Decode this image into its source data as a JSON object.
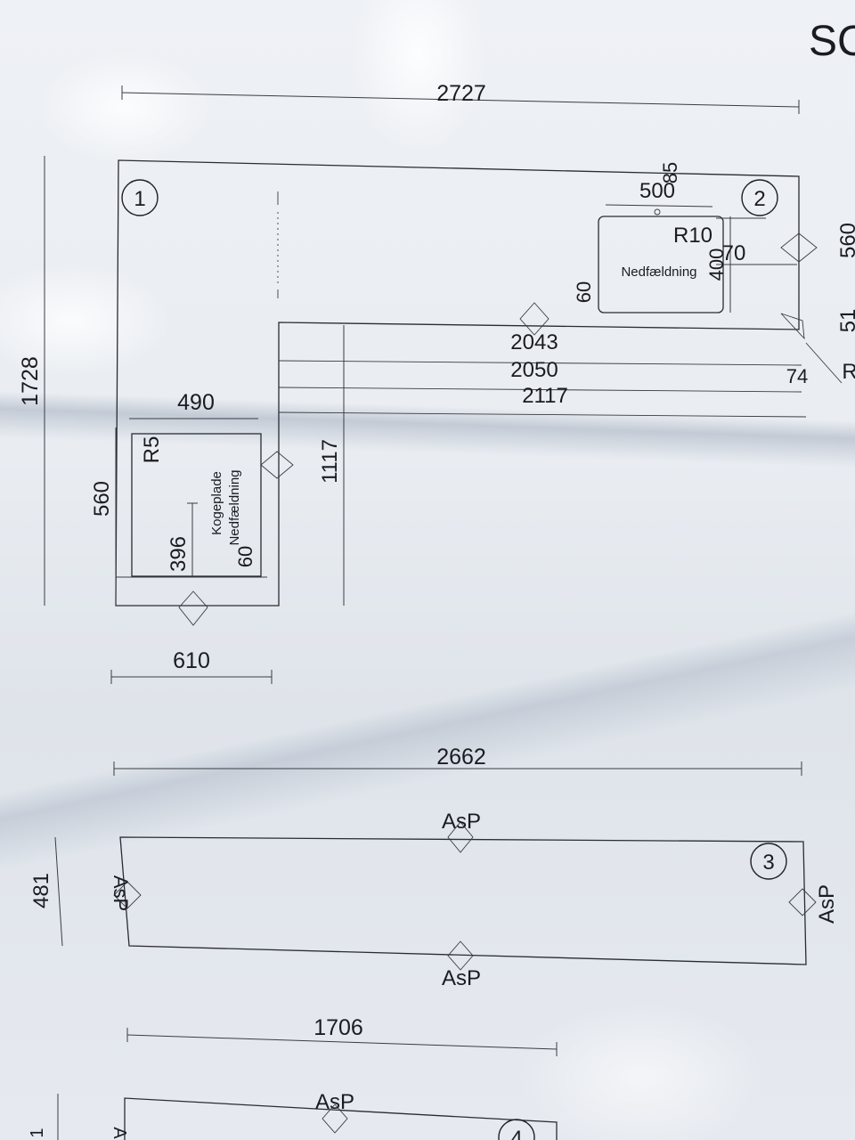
{
  "title_partial": "SC",
  "pieces": [
    {
      "number": "1",
      "dims": {
        "overall_width": "2727",
        "height_left": "1728",
        "piece_width": "610",
        "end_height": "560",
        "hob_cutout_width": "490",
        "hob_radius": "R5",
        "hob_label_line1": "Kogeplade",
        "hob_label_line2": "Nedfældning",
        "hob_depth": "396",
        "hob_offset": "60",
        "inner_leg": "1117",
        "inner_dim_1": "2043",
        "inner_dim_2": "2050",
        "inner_dim_3": "2117",
        "side_dim": "74"
      }
    },
    {
      "number": "2",
      "dims": {
        "top_a": "500",
        "top_b": "85",
        "sink_radius": "R10",
        "sink_offset": "70",
        "sink_label": "Nedfældning",
        "sink_size": "400",
        "sink_left_offset": "60",
        "right_depth": "560",
        "right_partial": "51",
        "right_r_partial": "R"
      }
    },
    {
      "number": "3",
      "dims": {
        "length": "2662",
        "depth": "481",
        "edge_top": "AsP",
        "edge_bottom": "AsP",
        "edge_left": "AsP",
        "edge_right": "AsP"
      }
    },
    {
      "number": "4",
      "dims": {
        "length": "1706",
        "edge_top": "AsP",
        "left_partial": "1",
        "left_partial_2": "A"
      }
    }
  ]
}
